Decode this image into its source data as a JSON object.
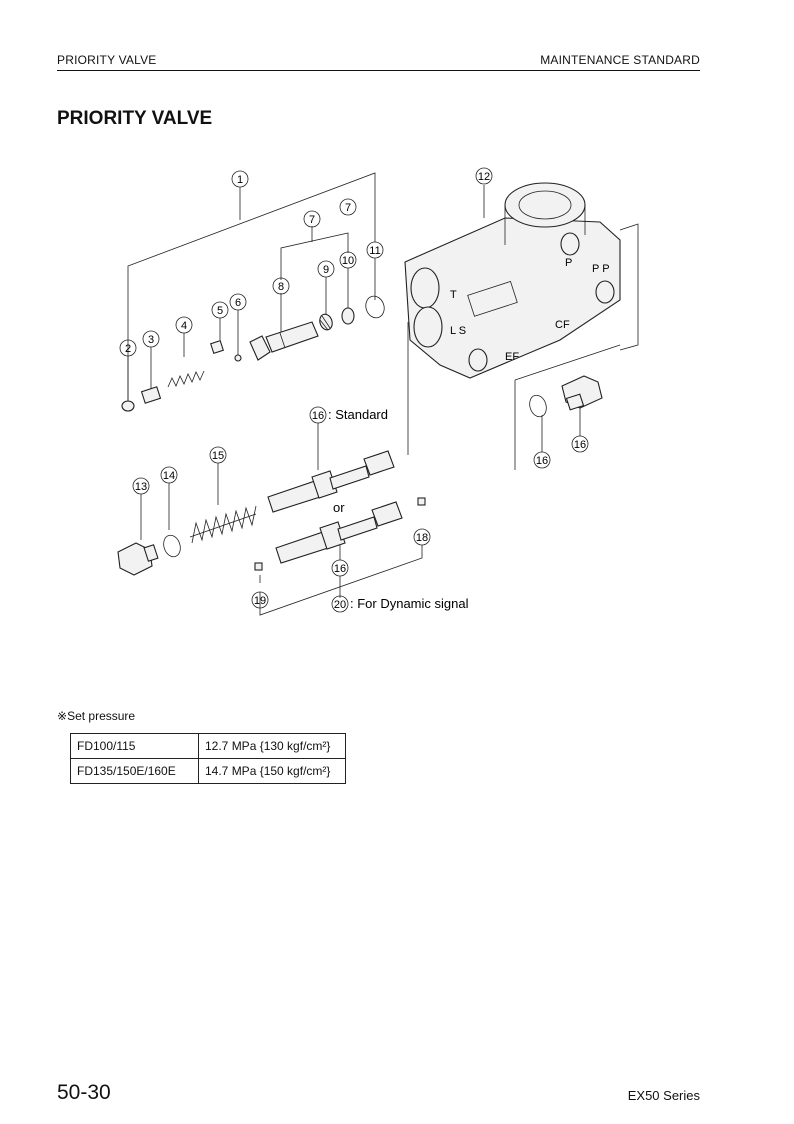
{
  "header": {
    "left": "PRIORITY VALVE",
    "right": "MAINTENANCE STANDARD"
  },
  "title": "PRIORITY VALVE",
  "diagram": {
    "callouts": [
      "1",
      "2",
      "3",
      "4",
      "5",
      "6",
      "7",
      "7",
      "8",
      "9",
      "10",
      "11",
      "12",
      "13",
      "14",
      "15",
      "16",
      "16",
      "16",
      "18",
      "19",
      "20"
    ],
    "texts": {
      "standard": ": Standard",
      "or": "or",
      "dynamic": ": For Dynamic signal",
      "port_t": "T",
      "port_ls": "L S",
      "port_p": "P",
      "port_pp": "P P",
      "port_cf": "CF",
      "port_ef": "EF"
    }
  },
  "note": {
    "mark": "※",
    "label": "Set pressure"
  },
  "table": {
    "rows": [
      {
        "model": "FD100/115",
        "pressure": "12.7 MPa {130 kgf/cm²}"
      },
      {
        "model": "FD135/150E/160E",
        "pressure": "14.7 MPa {150 kgf/cm²}"
      }
    ]
  },
  "footer": {
    "page": "50-30",
    "series": "EX50 Series"
  }
}
